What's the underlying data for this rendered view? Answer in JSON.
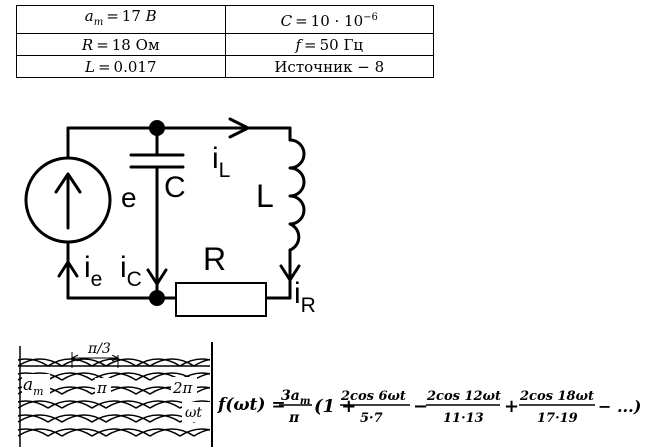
{
  "parameters": {
    "amplitude": {
      "symbol": "a",
      "subscript": "m",
      "value": "17",
      "unit": "В"
    },
    "capacitance": {
      "symbol": "C",
      "mantissa": "10 · 10",
      "exponent": "−6"
    },
    "resistance": {
      "symbol": "R",
      "value": "18",
      "unit": "Ом"
    },
    "frequency": {
      "symbol": "f",
      "value": "50",
      "unit": "Гц"
    },
    "inductance": {
      "symbol": "L",
      "value": "0.017"
    },
    "source": {
      "label": "Источник",
      "dash": "−",
      "value": "8"
    }
  },
  "circuit": {
    "labels": {
      "e": "e",
      "c": "C",
      "il_main": "i",
      "il_sub": "L",
      "l": "L",
      "r": "R",
      "ie_main": "i",
      "ie_sub": "e",
      "ic_main": "i",
      "ic_sub": "C",
      "ir_main": "i",
      "ir_sub": "R"
    }
  },
  "waveform": {
    "labels": {
      "period_fraction": "π/3",
      "am_main": "a",
      "am_sub": "m",
      "pi": "π",
      "two_pi": "2π",
      "omega_t": "ωt"
    }
  },
  "formula": {
    "lhs": "f(ωt) =",
    "coef_num_main": "3a",
    "coef_num_sub": "m",
    "coef_den": "π",
    "open": "(1 +",
    "t1_num": "2cos 6ωt",
    "t1_den": "5·7",
    "op1": "−",
    "t2_num": "2cos 12ωt",
    "t2_den": "11·13",
    "op2": "+",
    "t3_num": "2cos 18ωt",
    "t3_den": "17·19",
    "tail": "− ...)"
  }
}
